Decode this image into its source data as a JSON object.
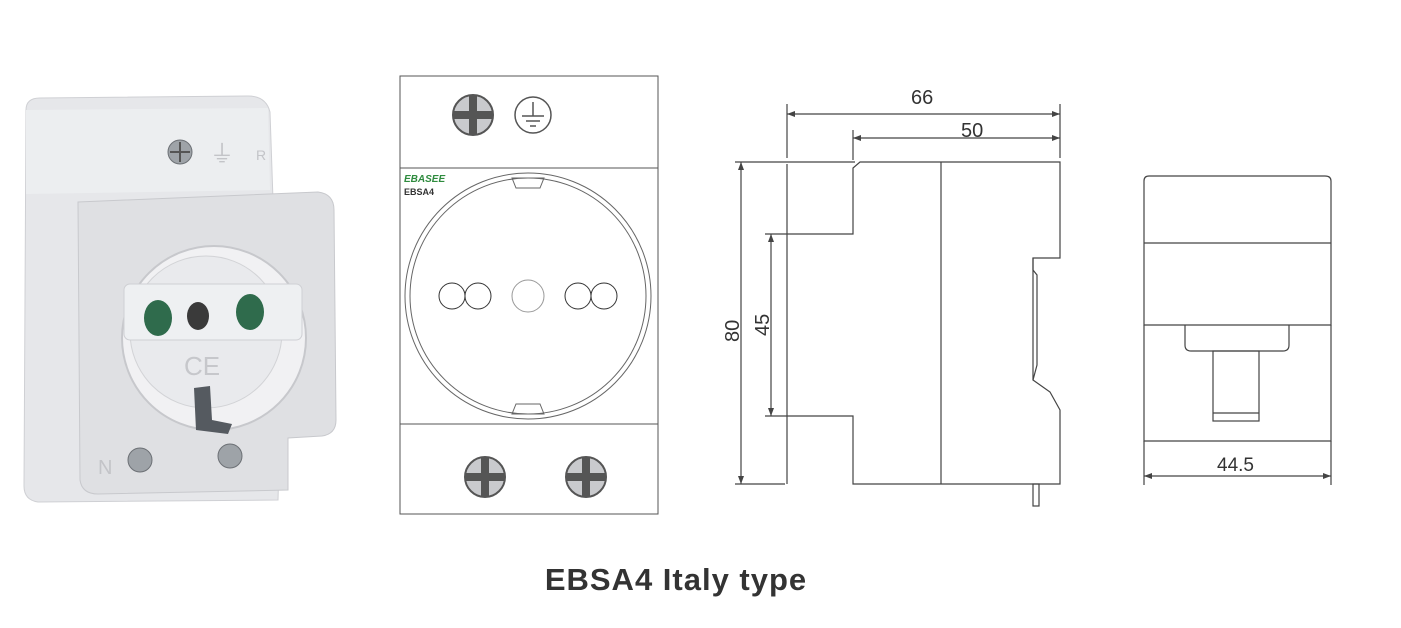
{
  "caption": "EBSA4 Italy type",
  "front_view": {
    "brand_logo": "EBASEE",
    "model_label": "EBSA4"
  },
  "photo": {
    "terminal_mark_neutral": "N",
    "terminal_mark_earth": "⏚",
    "terminal_mark_r": "R"
  },
  "dimensions": {
    "overall_depth": "66",
    "body_depth": "50",
    "overall_height": "80",
    "window_height": "45",
    "width": "44.5"
  },
  "colors": {
    "outline": "#444444",
    "socket_white": "#eeeef0",
    "socket_shade": "#d4d5d8",
    "hole_green": "#2f6b4c",
    "logo_green": "#2e8b3e",
    "caption": "#333333"
  }
}
